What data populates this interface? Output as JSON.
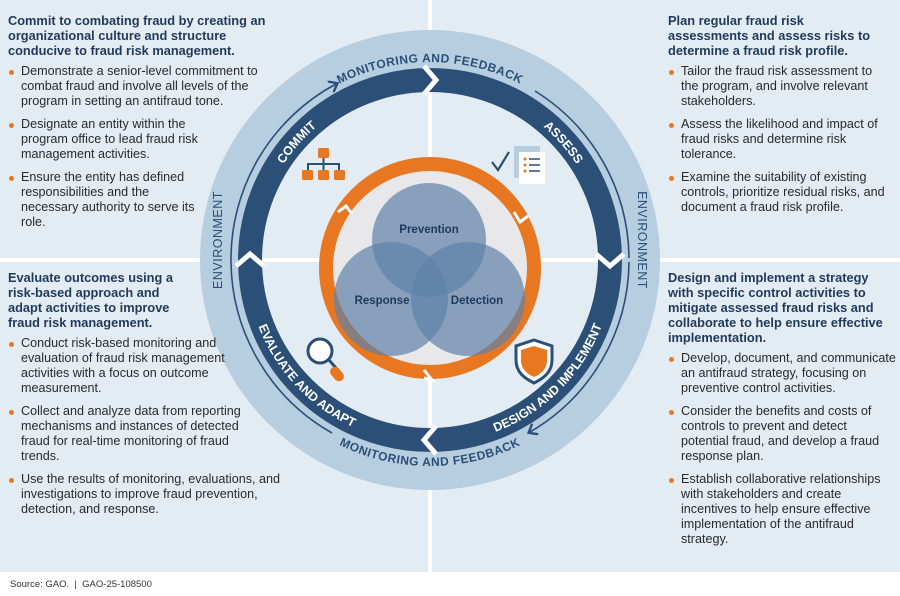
{
  "quadrants": {
    "top_left": {
      "heading": "Commit to combating fraud by creating an organizational culture and structure conducive to fraud risk management.",
      "bullets": [
        "Demonstrate a senior-level commitment to combat fraud and involve all levels of the program in setting an antifraud tone.",
        "Designate an entity within the program office to lead fraud risk management activities.",
        "Ensure the entity has defined responsibilities and the necessary authority to serve its role."
      ]
    },
    "top_right": {
      "heading": "Plan regular fraud risk assessments and assess risks to determine a fraud risk profile.",
      "bullets": [
        "Tailor the fraud risk assessment to the program, and involve relevant stakeholders.",
        "Assess the likelihood and impact of fraud risks and determine risk tolerance.",
        "Examine the suitability of existing controls, prioritize residual risks, and document a fraud risk profile."
      ]
    },
    "bottom_left": {
      "heading": "Evaluate outcomes using a risk-based approach and adapt activities to improve fraud risk management.",
      "bullets": [
        "Conduct risk-based monitoring and evaluation of fraud risk management activities with a focus on outcome measurement.",
        "Collect and analyze data from reporting mechanisms and instances of detected fraud for real-time monitoring of fraud trends.",
        "Use the results of monitoring, evaluations, and investigations to improve fraud prevention, detection, and response."
      ]
    },
    "bottom_right": {
      "heading": "Design and implement a strategy with specific control activities to mitigate assessed fraud risks and collaborate to help ensure effective implementation.",
      "bullets": [
        "Develop, document, and communicate an antifraud strategy, focusing on preventive control activities.",
        "Consider the benefits and costs of controls to prevent and detect potential fraud, and develop a fraud response plan.",
        "Establish collaborative relationships with stakeholders and create incentives to help ensure effective implementation of the antifraud strategy."
      ]
    }
  },
  "diagram": {
    "monitoring_top": "MONITORING AND FEEDBACK",
    "monitoring_bottom": "MONITORING AND FEEDBACK",
    "environment_left": "ENVIRONMENT",
    "environment_right": "ENVIRONMENT",
    "stages": {
      "commit": "COMMIT",
      "assess": "ASSESS",
      "design": "DESIGN AND IMPLEMENT",
      "evaluate": "EVALUATE AND ADAPT"
    },
    "venn": {
      "prevention": "Prevention",
      "response": "Response",
      "detection": "Detection"
    },
    "colors": {
      "dark_ring": "#2b4f76",
      "outer_ring": "#b7cde0",
      "orange": "#e87722",
      "quadrant_bg": "#e3ebf3"
    }
  },
  "footer": "Source: GAO.  |  GAO-25-108500"
}
